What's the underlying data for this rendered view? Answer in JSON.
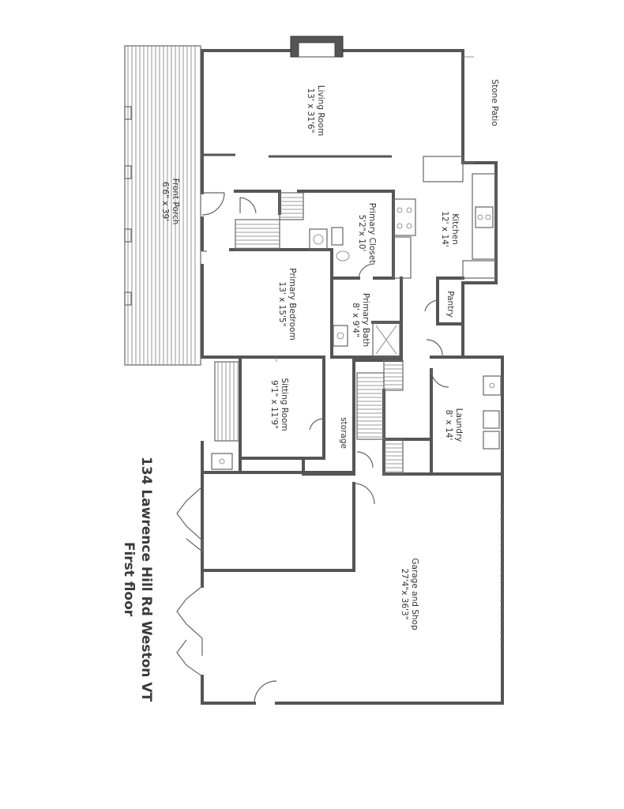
{
  "title": {
    "line1": "134 Lawrence Hill Rd  Weston VT",
    "line2": "First floor"
  },
  "outside": {
    "stone_patio": "Stone Patio"
  },
  "rooms": {
    "living_room": {
      "name": "Living Room",
      "dims": "13' x 31'6\""
    },
    "front_porch": {
      "name": "Front Porch",
      "dims": "6'6\" x 39'"
    },
    "kitchen": {
      "name": "Kitchen",
      "dims": "12' x 14'"
    },
    "primary_closet": {
      "name": "Primary Closet",
      "dims": "5'2\"x 10'"
    },
    "primary_bedroom": {
      "name": "Primary Bedroom",
      "dims": "13' x 15'5\""
    },
    "primary_bath": {
      "name": "Primary Bath",
      "dims": "8' x 9'4\""
    },
    "pantry": {
      "name": "Pantry"
    },
    "sitting_room": {
      "name": "Sitting Room",
      "dims": "9'1\" x 11'9\""
    },
    "storage": {
      "name": "storage"
    },
    "laundry": {
      "name": "Laundry",
      "dims": "8' x 14'"
    },
    "garage": {
      "name": "Garage and Shop",
      "dims": "27'4\"x 36'3\""
    }
  }
}
